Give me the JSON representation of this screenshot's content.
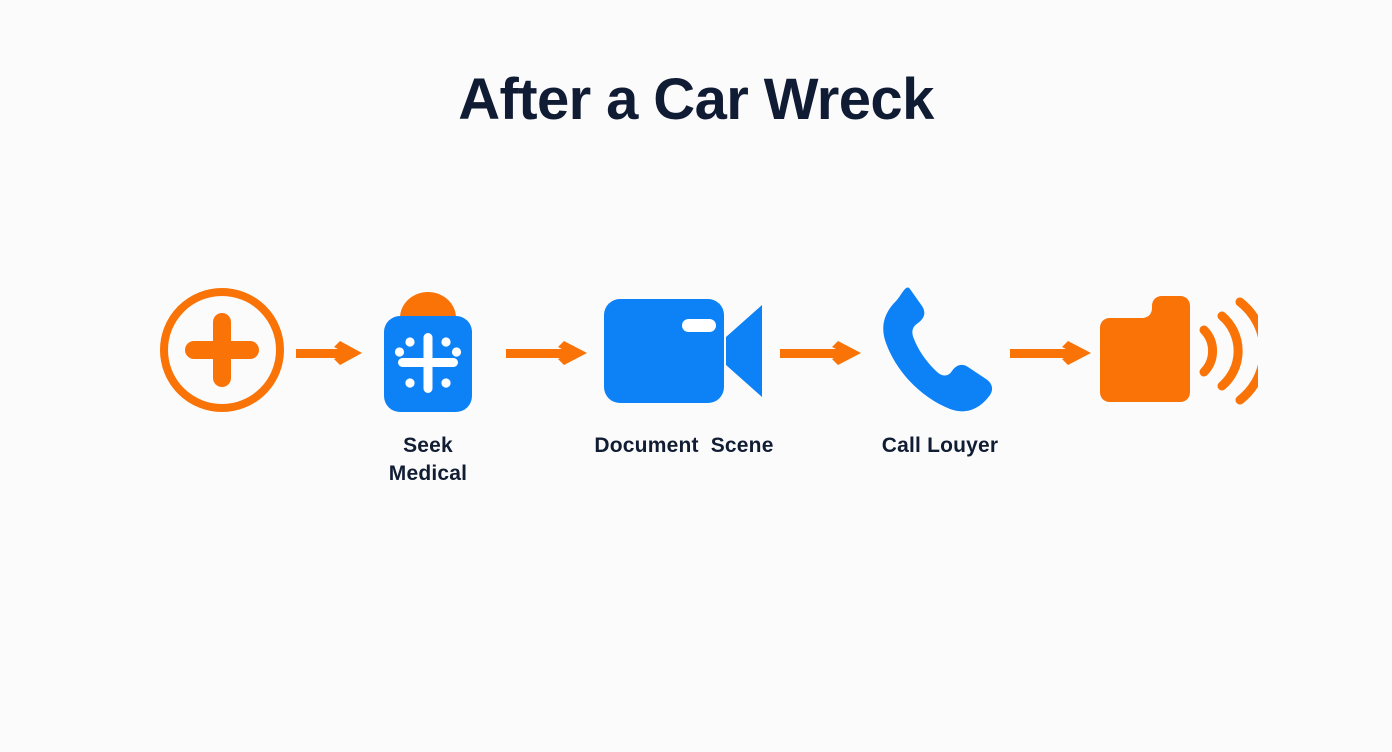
{
  "page": {
    "title": "After a Car Wreck",
    "background_color": "#fbfbfc",
    "orange": "#f97306",
    "blue": "#0d82f7",
    "text_color": "#101c33"
  },
  "flow": {
    "steps": [
      {
        "id": "step-1",
        "icon": "plus-circle-icon",
        "icon_description": "orange outlined circle containing a thick plus sign",
        "label": "",
        "colors": {
          "stroke": "#f97306"
        }
      },
      {
        "id": "step-2",
        "icon": "medical-kit-icon",
        "icon_description": "blue rounded medical kit with orange dome handle, white cross and white dots",
        "label": "Seek\nMedical",
        "label_line_1": "Seek",
        "label_line_2": "Medical",
        "colors": {
          "body": "#0d82f7",
          "handle": "#f97306",
          "mark": "#ffffff"
        }
      },
      {
        "id": "step-3",
        "icon": "video-camera-icon",
        "icon_description": "blue video camera body with white pill highlight and triangular lens",
        "label": "Document  Scene",
        "colors": {
          "body": "#0d82f7",
          "highlight": "#ffffff"
        }
      },
      {
        "id": "step-4",
        "icon": "phone-handset-icon",
        "icon_description": "blue telephone receiver handset",
        "label": "Call Louyer",
        "colors": {
          "body": "#0d82f7"
        }
      },
      {
        "id": "step-5",
        "icon": "folder-broadcast-icon",
        "icon_description": "orange folder with three broadcast signal arcs to the right",
        "label": "",
        "colors": {
          "body": "#f97306",
          "waves": "#f97306"
        }
      }
    ],
    "arrows": [
      {
        "id": "arrow-1",
        "icon": "arrow-right-icon",
        "color": "#f97306"
      },
      {
        "id": "arrow-2",
        "icon": "arrow-right-icon",
        "color": "#f97306"
      },
      {
        "id": "arrow-3",
        "icon": "arrow-right-icon",
        "color": "#f97306"
      },
      {
        "id": "arrow-4",
        "icon": "arrow-right-icon",
        "color": "#f97306"
      }
    ]
  }
}
